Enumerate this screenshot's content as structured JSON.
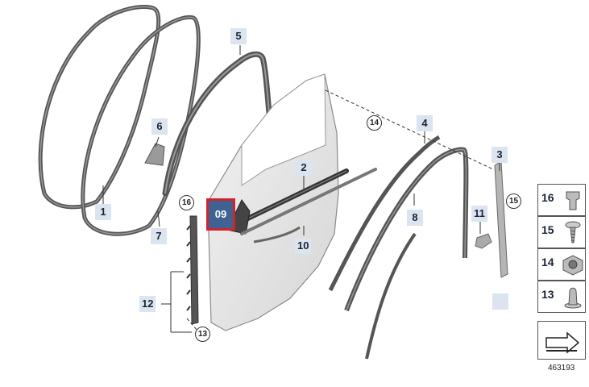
{
  "diagram_id": "463193",
  "selected_part": "09",
  "callouts": {
    "c1": "1",
    "c2": "2",
    "c3": "3",
    "c4": "4",
    "c5": "5",
    "c6": "6",
    "c7": "7",
    "c8": "8",
    "c10": "10",
    "c11": "11",
    "c12": "12"
  },
  "circle_refs": {
    "r13": "13",
    "r14": "14",
    "r15": "15",
    "r16": "16"
  },
  "legend": [
    {
      "num": "16",
      "icon": "clip-icon"
    },
    {
      "num": "15",
      "icon": "screw-icon"
    },
    {
      "num": "14",
      "icon": "nut-icon"
    },
    {
      "num": "13",
      "icon": "expanding-rivet-icon"
    }
  ],
  "colors": {
    "callout_bg": "#dbe4ef",
    "selected_bg": "#3e6393",
    "selected_border": "#d2232a"
  }
}
